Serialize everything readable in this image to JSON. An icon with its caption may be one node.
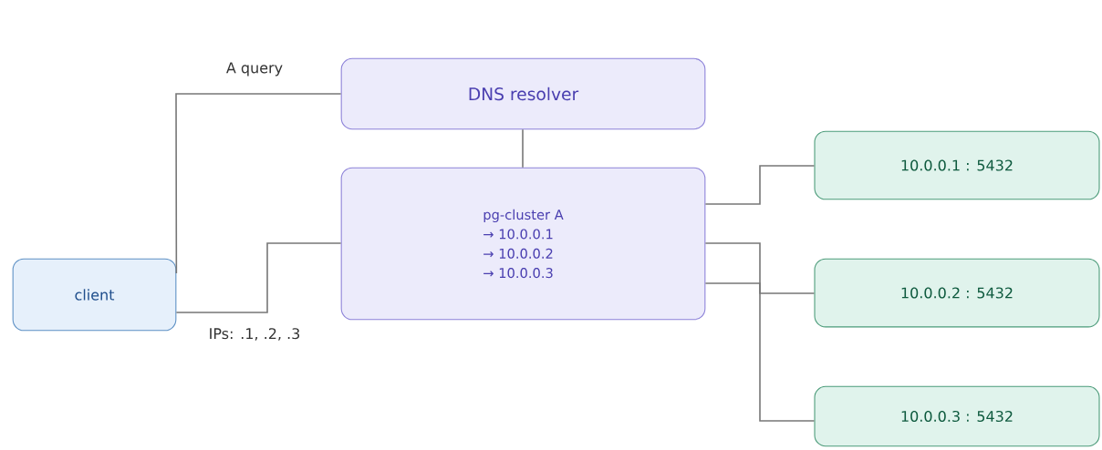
{
  "diagram": {
    "nodes": [
      {
        "text": [
          "client"
        ]
      },
      {
        "text": [
          "DNS resolver"
        ]
      },
      {
        "text": [
          "pg-cluster A",
          "→ 10.0.0.1",
          "→ 10.0.0.2",
          "→ 10.0.0.3"
        ]
      },
      {
        "text": [
          "10.0.0.1 : 5432"
        ]
      },
      {
        "text": [
          "10.0.0.2 : 5432"
        ]
      },
      {
        "text": [
          "10.0.0.3 : 5432"
        ]
      }
    ],
    "edges": [
      {
        "from": 0,
        "to": 1,
        "arrow": "none",
        "label": "A query"
      },
      {
        "from": 1,
        "to": 2,
        "arrow": "none"
      },
      {
        "from": 2,
        "to": 0,
        "arrow": "none",
        "label": "IPs: .1, .2, .3"
      },
      {
        "from": 2,
        "to": 3,
        "arrow": "none"
      },
      {
        "from": 2,
        "to": 4,
        "arrow": "none"
      },
      {
        "from": 2,
        "to": 5,
        "arrow": "none"
      }
    ]
  }
}
